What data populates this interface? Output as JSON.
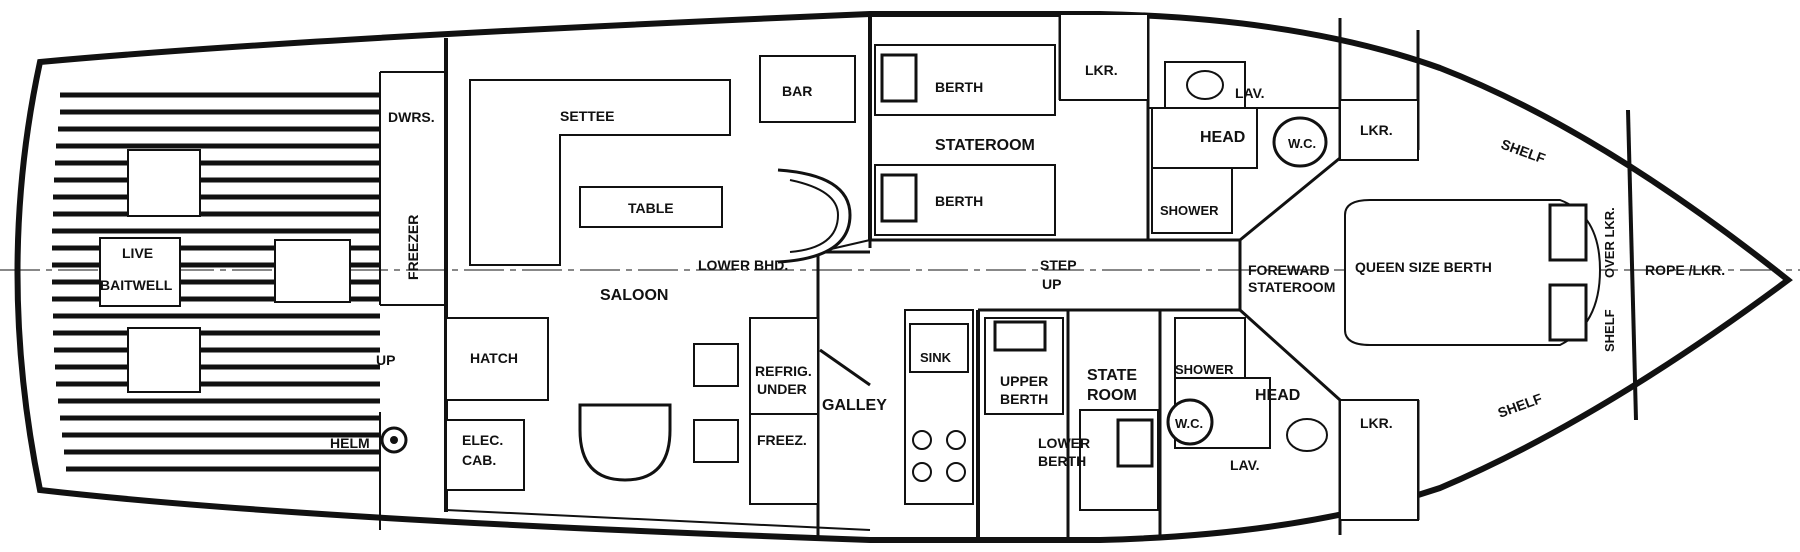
{
  "labels": {
    "dwrs": "DWRS.",
    "freezer_vert": "FREEZER",
    "live": "LIVE",
    "baitwell": "BAITWELL",
    "up": "UP",
    "helm": "HELM",
    "hatch": "HATCH",
    "elec": "ELEC.",
    "cab": "CAB.",
    "settee": "SETTEE",
    "bar": "BAR",
    "table": "TABLE",
    "lower_bhd": "LOWER BHD.",
    "saloon": "SALOON",
    "refrig": "REFRIG.",
    "under": "UNDER",
    "freez": "FREEZ.",
    "galley": "GALLEY",
    "sink": "SINK",
    "berth_top": "BERTH",
    "stateroom": "STATEROOM",
    "berth_mid": "BERTH",
    "lkr_top": "LKR.",
    "step": "STEP",
    "step_up": "UP",
    "upper": "UPPER",
    "berth_upper": "BERTH",
    "state": "STATE",
    "room": "ROOM",
    "lower": "LOWER",
    "berth_lower": "BERTH",
    "lav_top": "LAV.",
    "head_top": "HEAD",
    "wc_top": "W.C.",
    "shower_top": "SHOWER",
    "shower_bot": "SHOWER",
    "head_bot": "HEAD",
    "wc_bot": "W.C.",
    "lav_bot": "LAV.",
    "lkr_fwd_top": "LKR.",
    "lkr_fwd_bot": "LKR.",
    "foreward": "FOREWARD",
    "stateroom_fwd": "STATEROOM",
    "queen": "QUEEN SIZE BERTH",
    "shelf_top": "SHELF",
    "shelf_bot": "SHELF",
    "shelf_vert": "SHELF",
    "over_lkr": "OVER LKR.",
    "rope_lkr": "ROPE /LKR."
  }
}
